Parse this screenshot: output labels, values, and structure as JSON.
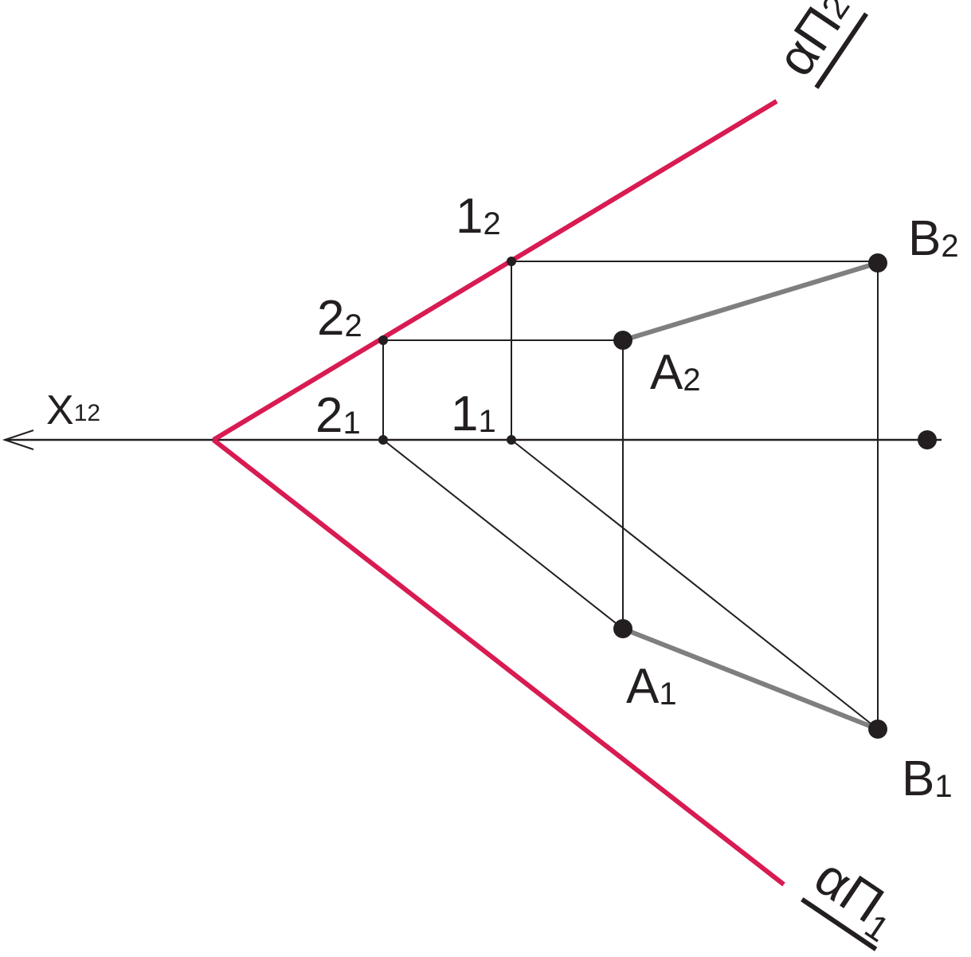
{
  "colors": {
    "trace": "#d81b52",
    "line": "#231f20",
    "segment": "#7f7f7f",
    "background": "#ffffff"
  },
  "axis": {
    "name": "X",
    "sub": "12"
  },
  "traces": {
    "front": {
      "name": "α",
      "letter": "Π",
      "sub": "2"
    },
    "horizontal": {
      "name": "α",
      "letter": "Π",
      "sub": "1"
    }
  },
  "points": {
    "p1_2": {
      "name": "1",
      "sub": "2"
    },
    "p2_2": {
      "name": "2",
      "sub": "2"
    },
    "p2_1": {
      "name": "2",
      "sub": "1"
    },
    "p1_1": {
      "name": "1",
      "sub": "1"
    },
    "A2": {
      "name": "A",
      "sub": "2"
    },
    "B2": {
      "name": "B",
      "sub": "2"
    },
    "A1": {
      "name": "A",
      "sub": "1"
    },
    "B1": {
      "name": "B",
      "sub": "1"
    }
  }
}
